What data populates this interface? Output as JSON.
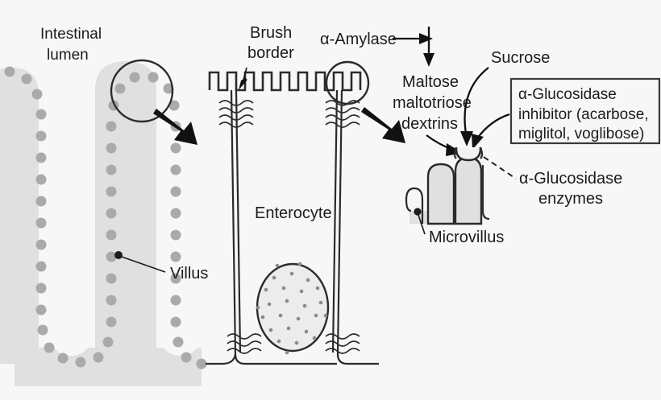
{
  "figure": {
    "title": "Carbohydrate digestion in the intestine and alpha-glucosidase inhibition",
    "background_color": "#f7f7f7"
  },
  "panels": {
    "left": {
      "name": "intestinal-villi-panel",
      "labels": {
        "lumen_line1": "Intestinal",
        "lumen_line2": "lumen",
        "villus": "Villus"
      },
      "colors": {
        "tissue": "#e0e0e0",
        "epithelial_dot": "#aaaaaa"
      }
    },
    "middle": {
      "name": "enterocyte-panel",
      "labels": {
        "brush_border_line1": "Brush",
        "brush_border_line2": "border",
        "enterocyte": "Enterocyte"
      }
    },
    "right": {
      "name": "microvillus-panel",
      "labels": {
        "amylase": "α-Amylase",
        "products_line1": "Maltose",
        "products_line2": "maltotriose",
        "products_line3": "dextrins",
        "sucrose": "Sucrose",
        "enzymes_line1": "α-Glucosidase",
        "enzymes_line2": "enzymes",
        "microvillus": "Microvillus"
      },
      "inhibitor_box": {
        "line1": "α-Glucosidase",
        "line2": "inhibitor (acarbose,",
        "line3": "miglitol, voglibose)"
      }
    }
  },
  "colors": {
    "text": "#1c1c1c",
    "ink": "#2b2b2b",
    "arrow": "#111111",
    "fill_light": "#e0e0e0",
    "nucleus_fill": "#ececec"
  }
}
